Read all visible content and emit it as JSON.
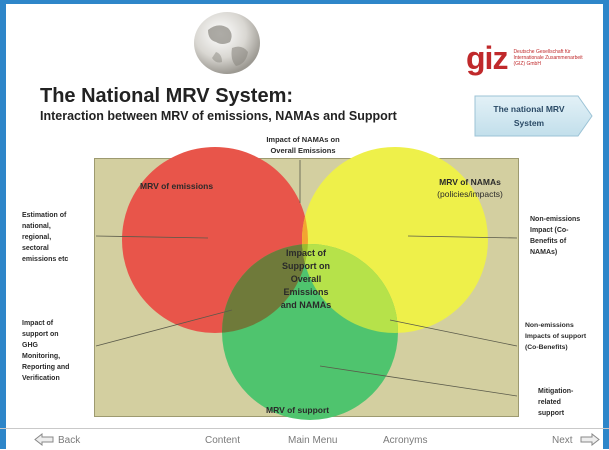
{
  "header": {
    "title": "The National MRV System:",
    "subtitle": "Interaction between MRV of emissions, NAMAs and Support",
    "logo_word": "giz",
    "logo_small": "Deutsche Gesellschaft für Internationale Zusammenarbeit (GIZ) GmbH"
  },
  "nav_button": {
    "line1": "The national MRV",
    "line2": "System"
  },
  "diagram": {
    "top_label_1": "Impact of NAMAs on",
    "top_label_2": "Overall Emissions",
    "circle_emissions": "MRV of emissions",
    "circle_namas_1": "MRV of NAMAs",
    "circle_namas_2": "(policies/impacts)",
    "circle_support": "MRV of support",
    "center": [
      "Impact of",
      "Support on",
      "Overall",
      "Emissions",
      "and NAMAs"
    ],
    "left_1": [
      "Estimation of",
      "national,",
      "regional,",
      "sectoral",
      "emissions etc"
    ],
    "left_2": [
      "Impact of",
      "support on",
      "GHG",
      "Monitoring,",
      "Reporting and",
      "Verification"
    ],
    "right_1": [
      "Non-emissions",
      "Impact (Co-",
      "Benefits of",
      "NAMAs)"
    ],
    "right_2": [
      "Non-emissions",
      "Impacts of support",
      "(Co-Benefits)"
    ],
    "right_3": [
      "Mitigation-",
      "related",
      "support"
    ]
  },
  "colors": {
    "frame": "#2e86c9",
    "emissions": "#e8554a",
    "namas": "#eef04a",
    "support": "#4fc46e",
    "box": "#d3cfa0",
    "giz_red": "#c0292b"
  },
  "footer": {
    "back": "Back",
    "content": "Content",
    "main_menu": "Main Menu",
    "acronyms": "Acronyms",
    "next": "Next"
  }
}
